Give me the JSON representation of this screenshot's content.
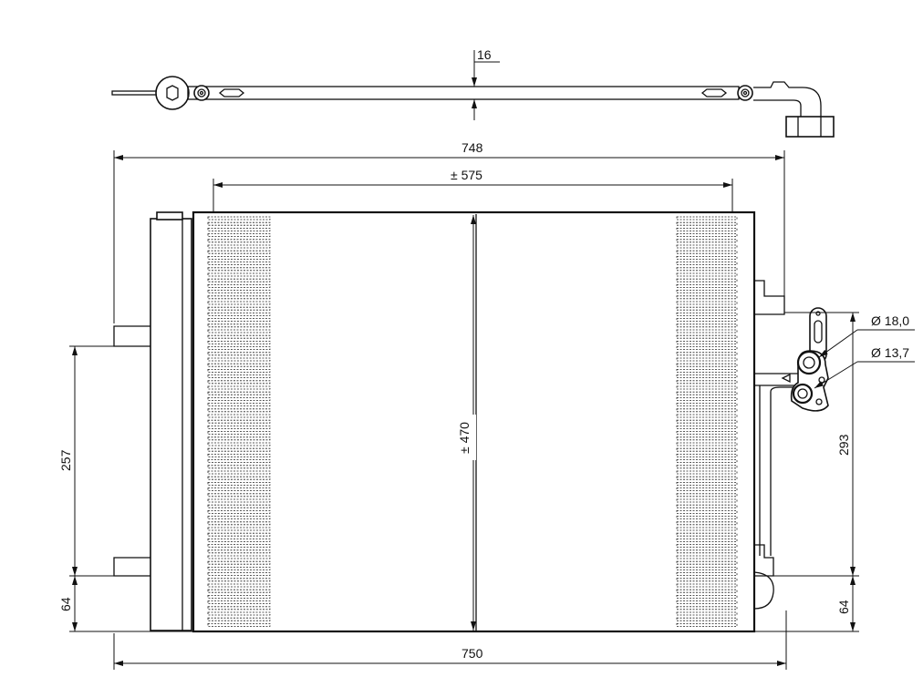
{
  "drawing": {
    "title": "Condenser dimensional drawing",
    "dimensions": {
      "thickness": "16",
      "overall_width_top": "748",
      "core_width": "± 575",
      "core_height": "± 470",
      "bracket_spacing": "257",
      "bracket_bottom_left": "64",
      "fitting_height": "293",
      "bracket_bottom_right": "64",
      "overall_width_bottom": "750",
      "port_diameter_large": "Ø 18,0",
      "port_diameter_small": "Ø 13,7"
    },
    "line_color": "#111111",
    "background": "#ffffff"
  }
}
